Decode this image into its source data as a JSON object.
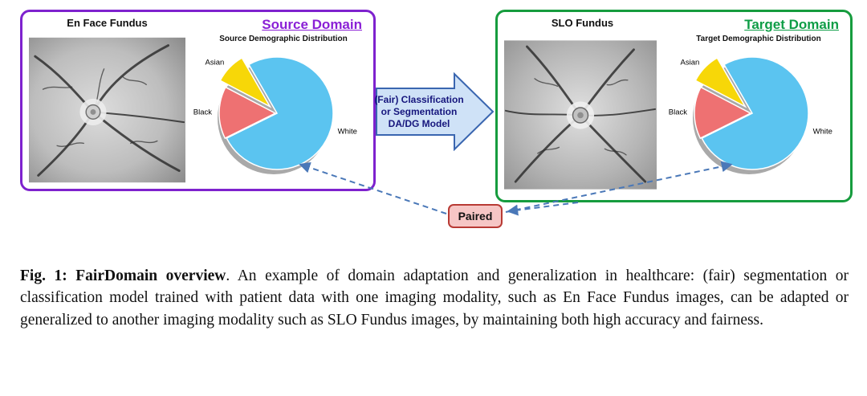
{
  "figure": {
    "source_box": {
      "title": "Source Domain",
      "image_label": "En Face Fundus",
      "pie_title": "Source Demographic Distribution"
    },
    "target_box": {
      "title": "Target Domain",
      "image_label": "SLO Fundus",
      "pie_title": "Target Demographic Distribution"
    },
    "model_arrow": {
      "line1": "(Fair) Classification",
      "line2": "or Segmentation",
      "line3": "DA/DG Model"
    },
    "paired_label": "Paired"
  },
  "chart_data": [
    {
      "type": "pie",
      "title": "Source Demographic Distribution",
      "labels": [
        "White",
        "Black",
        "Asian"
      ],
      "values": [
        76,
        15,
        9
      ],
      "colors": [
        "#5BC4F0",
        "#EE7172",
        "#F7D708"
      ],
      "start_angle": -30,
      "offsets": [
        0,
        2,
        12
      ],
      "exploded_slice": "Asian",
      "legend_position": "none"
    },
    {
      "type": "pie",
      "title": "Target Demographic Distribution",
      "labels": [
        "White",
        "Black",
        "Asian"
      ],
      "values": [
        76,
        15,
        9
      ],
      "colors": [
        "#5BC4F0",
        "#EE7172",
        "#F7D708"
      ],
      "start_angle": -30,
      "offsets": [
        0,
        2,
        12
      ],
      "exploded_slice": "Asian",
      "legend_position": "none"
    }
  ],
  "caption": {
    "bold": "Fig. 1: FairDomain overview",
    "text": ". An example of domain adaptation and generalization in healthcare: (fair) segmentation or classification model trained with patient data with one imaging modality, such as En Face Fundus images, can be adapted or generalized to another imaging modality such as SLO Fundus images, by maintaining both high accuracy and fairness."
  },
  "colors": {
    "source-border": "#7E22CE",
    "source-title": "#8A1FD6",
    "target-border": "#169C3E",
    "target-title": "#0E9D46",
    "arrow-fill": "#CFE2F7",
    "arrow-border": "#3A66B0",
    "arrow-text": "#16167D",
    "paired-fill": "#F6C6C5",
    "paired-border": "#B83A34",
    "dashed-line": "#4A78B8"
  }
}
